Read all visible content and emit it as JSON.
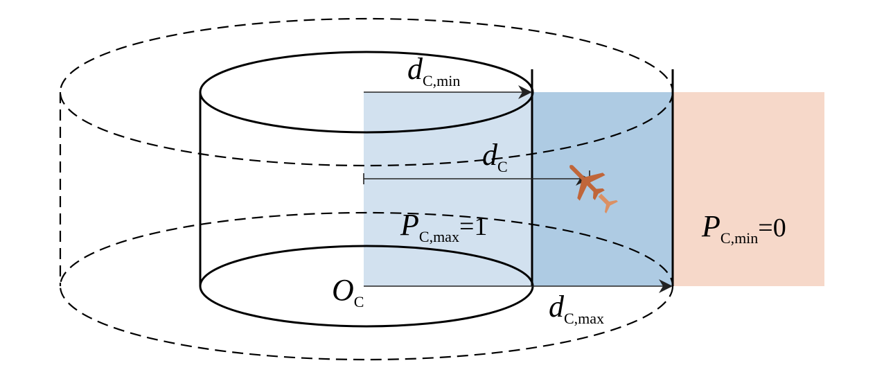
{
  "labels": {
    "d_c_min": {
      "symbol": "d",
      "subscript": "C,min"
    },
    "d_c": {
      "symbol": "d",
      "subscript": "C"
    },
    "d_c_max": {
      "symbol": "d",
      "subscript": "C,max"
    },
    "o_c": {
      "symbol": "O",
      "subscript": "C"
    },
    "p_c_max": {
      "symbol": "P",
      "subscript": "C,max",
      "value": "=1"
    },
    "p_c_min": {
      "symbol": "P",
      "subscript": "C,min",
      "value": "=0"
    }
  },
  "colors": {
    "inner_zone": "#d2e1ef",
    "transition_zone": "#aecbe3",
    "outer_zone": "#f6d8c9",
    "aircraft": "#c0663a",
    "aircraft_light": "#e08a55",
    "stroke": "#000000"
  },
  "icons": {
    "aircraft": "airplane-icon"
  }
}
